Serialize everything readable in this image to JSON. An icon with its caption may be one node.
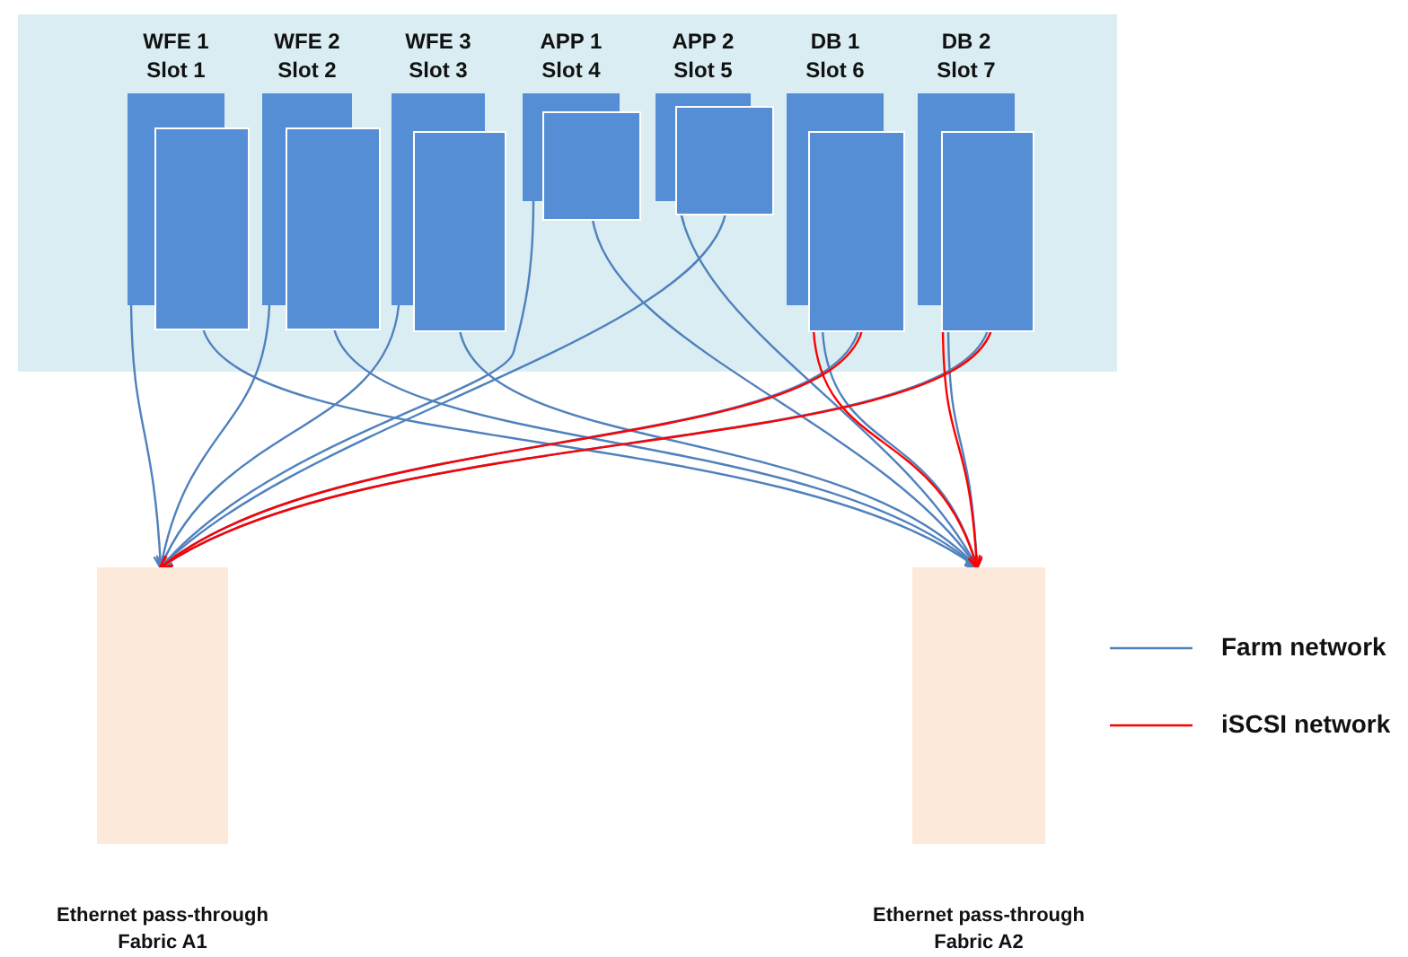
{
  "diagram": {
    "nodes": [
      {
        "text": [
          "WFE 1 Slot 1"
        ]
      },
      {
        "text": [],
        "shape": "box"
      },
      {
        "text": [
          "WFE 2 Slot 2"
        ]
      },
      {
        "text": [],
        "shape": "box"
      },
      {
        "text": [
          "WFE 3 Slot 3"
        ]
      },
      {
        "text": [],
        "shape": "box"
      },
      {
        "text": [
          "APP 1 Slot 4"
        ]
      },
      {
        "text": [],
        "shape": "box"
      },
      {
        "text": [
          "APP 2 Slot 5"
        ]
      },
      {
        "text": [],
        "shape": "box"
      },
      {
        "text": [
          "DB 1 Slot 6"
        ]
      },
      {
        "text": [],
        "shape": "box"
      },
      {
        "text": [
          "DB 2 Slot 7"
        ]
      },
      {
        "text": [],
        "shape": "box"
      },
      {
        "text": [
          "Ethernet pass-through Fabric A1"
        ]
      },
      {
        "text": [
          "Ethernet pass-through Fabric A2"
        ]
      }
    ],
    "edges": [
      {
        "from": 0,
        "to": 14,
        "arrow": "to"
      },
      {
        "from": 1,
        "to": 15,
        "arrow": "to"
      },
      {
        "from": 2,
        "to": 14,
        "arrow": "to"
      },
      {
        "from": 3,
        "to": 15,
        "arrow": "to"
      },
      {
        "from": 4,
        "to": 14,
        "arrow": "to"
      },
      {
        "from": 5,
        "to": 15,
        "arrow": "to"
      },
      {
        "from": 6,
        "to": 14,
        "arrow": "to"
      },
      {
        "from": 7,
        "to": 15,
        "arrow": "to"
      },
      {
        "from": 8,
        "to": 15,
        "arrow": "to"
      },
      {
        "from": 9,
        "to": 14,
        "arrow": "to"
      },
      {
        "from": 11,
        "to": 15,
        "arrow": "to"
      },
      {
        "from": 11,
        "to": 14,
        "arrow": "to"
      },
      {
        "from": 13,
        "to": 15,
        "arrow": "to"
      },
      {
        "from": 13,
        "to": 14,
        "arrow": "to"
      },
      {
        "from": 11,
        "to": 15,
        "arrow": "to",
        "color": "#ff0000"
      },
      {
        "from": 11,
        "to": 14,
        "arrow": "to",
        "color": "#ff0000"
      },
      {
        "from": 13,
        "to": 15,
        "arrow": "to",
        "color": "#ff0000"
      },
      {
        "from": 13,
        "to": 14,
        "arrow": "to",
        "color": "#ff0000"
      }
    ],
    "legend": [
      {
        "text": "Farm network"
      },
      {
        "text": "iSCSI network"
      }
    ]
  }
}
